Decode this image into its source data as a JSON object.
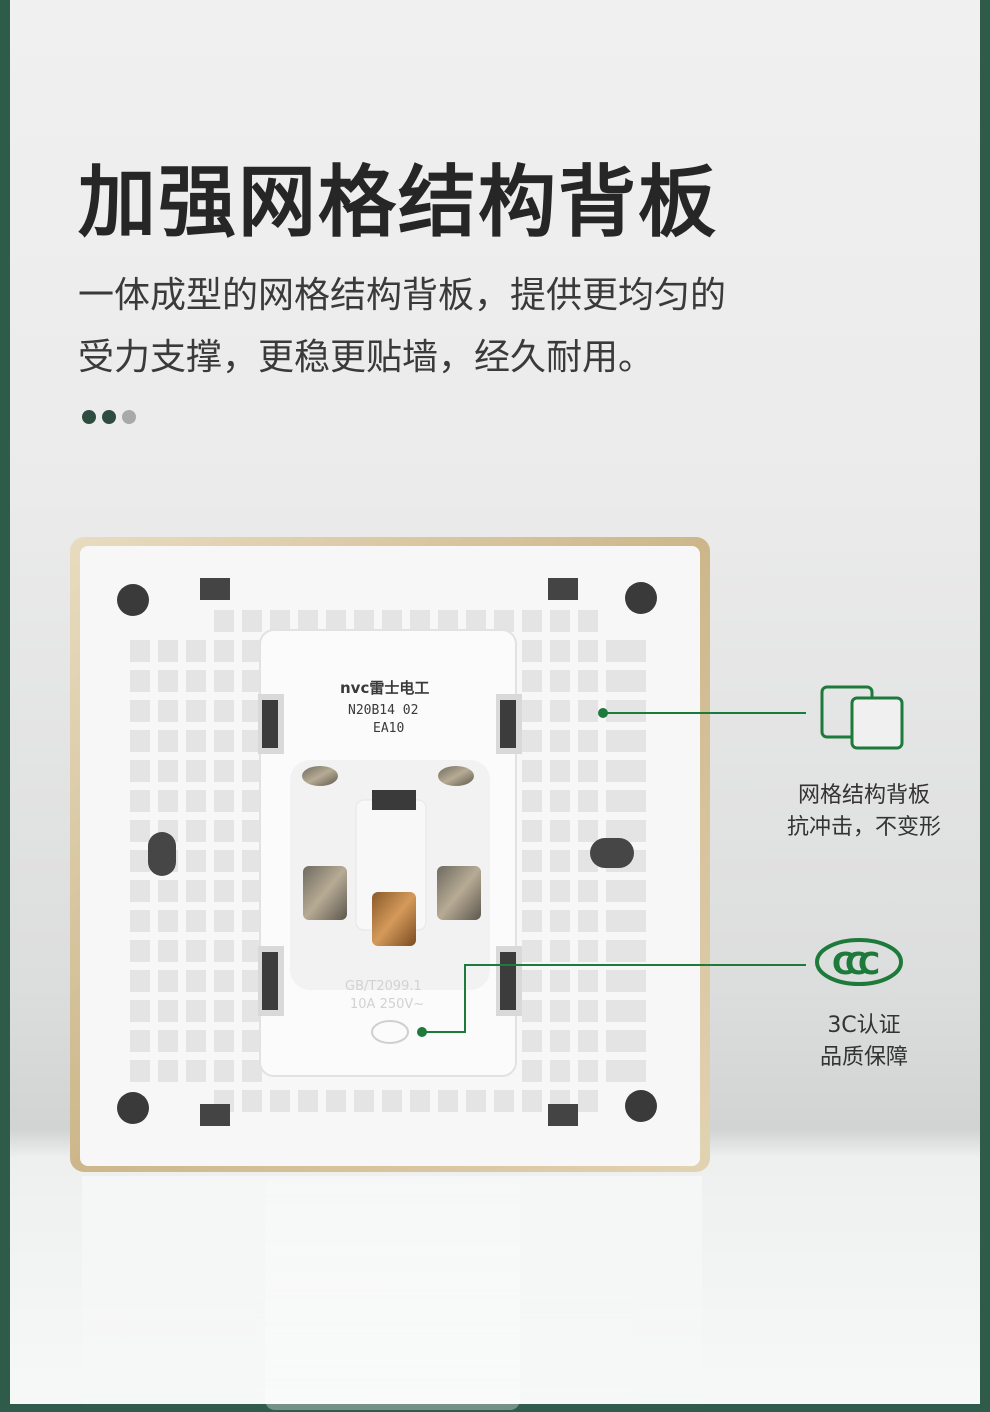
{
  "headline": "加强网格结构背板",
  "description": {
    "line1": "一体成型的网格结构背板，提供更均匀的",
    "line2": "受力支撑，更稳更贴墙，经久耐用。"
  },
  "dots": [
    "#2e4d40",
    "#2e4d40",
    "#a8aaa9"
  ],
  "product": {
    "brand_logo": "nvc雷士电工",
    "model_line1": "N20B14 02",
    "model_line2": "EA10",
    "standard": "GB/T2099.1",
    "rating": "10A 250V~"
  },
  "callouts": [
    {
      "line1": "网格结构背板",
      "line2": "抗冲击，不变形",
      "icon": "grid-panel-icon"
    },
    {
      "line1": "3C认证",
      "line2": "品质保障",
      "icon": "ccc-mark-icon"
    }
  ],
  "colors": {
    "accent_green": "#1d7a3a",
    "frame_green": "#2f5b4a",
    "gold_rim": "#d8c6a0"
  }
}
